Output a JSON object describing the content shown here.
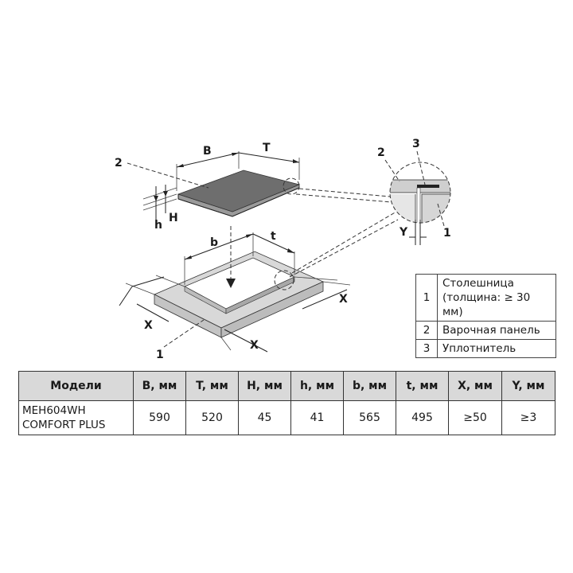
{
  "diagram": {
    "labels": {
      "B": "B",
      "T": "T",
      "H": "H",
      "h": "h",
      "b": "b",
      "t": "t",
      "X_left": "X",
      "X_right": "X",
      "X_bottom": "X",
      "Y": "Y",
      "n2_main": "2",
      "n1_main": "1",
      "n2_detail": "2",
      "n3_detail": "3",
      "n1_detail": "1"
    }
  },
  "legend": [
    {
      "num": "1",
      "line1": "Столешница",
      "line2": "(толщина: ≥ 30 мм)"
    },
    {
      "num": "2",
      "line1": "Варочная панель",
      "line2": ""
    },
    {
      "num": "3",
      "line1": "Уплотнитель",
      "line2": ""
    }
  ],
  "table": {
    "headers": [
      "Модели",
      "B, мм",
      "T, мм",
      "H, мм",
      "h, мм",
      "b, мм",
      "t, мм",
      "X, мм",
      "Y, мм"
    ],
    "row": {
      "model_line1": "MEH604WH",
      "model_line2": "COMFORT PLUS",
      "values": [
        "590",
        "520",
        "45",
        "41",
        "565",
        "495",
        "≥50",
        "≥3"
      ]
    }
  },
  "colors": {
    "panel_top": "#6e6e6e",
    "panel_side": "#9a9a9a",
    "countertop": "#d8d8d8",
    "countertop_dark": "#bcbcbc",
    "header_bg": "#d9d9d9"
  }
}
